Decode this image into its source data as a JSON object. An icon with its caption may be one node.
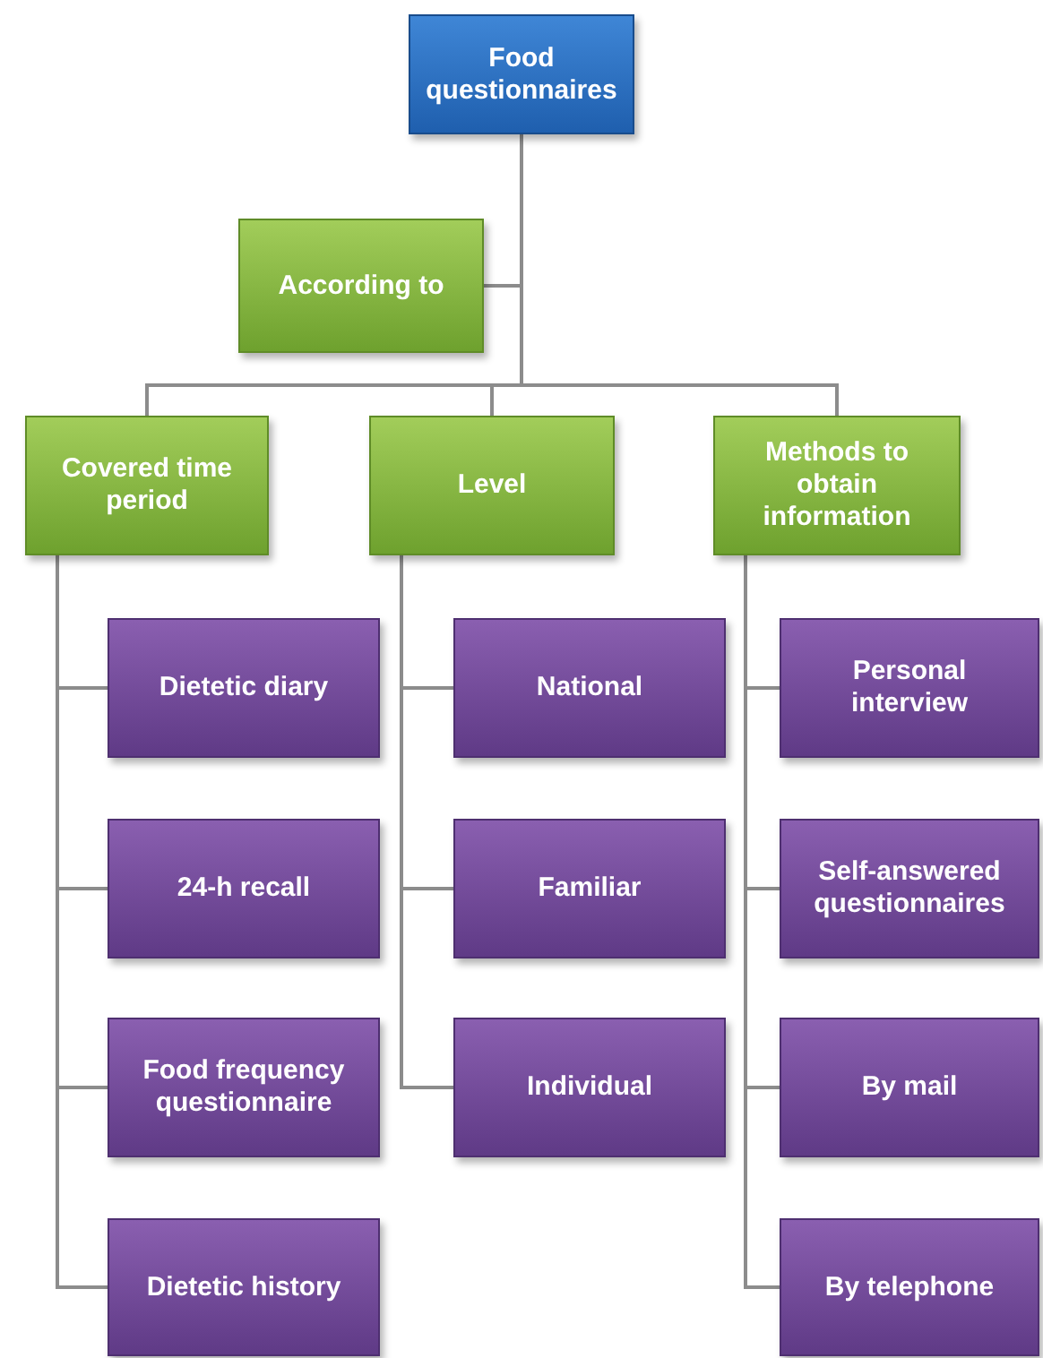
{
  "diagram": {
    "nodes": [
      {
        "text": [
          "Food questionnaires"
        ]
      },
      {
        "text": [
          "According to"
        ]
      },
      {
        "text": [
          "Covered time period"
        ]
      },
      {
        "text": [
          "Level"
        ]
      },
      {
        "text": [
          "Methods to obtain information"
        ]
      },
      {
        "text": [
          "Dietetic diary"
        ]
      },
      {
        "text": [
          "24-h recall"
        ]
      },
      {
        "text": [
          "Food frequency questionnaire"
        ]
      },
      {
        "text": [
          "Dietetic history"
        ]
      },
      {
        "text": [
          "National"
        ]
      },
      {
        "text": [
          "Familiar"
        ]
      },
      {
        "text": [
          "Individual"
        ]
      },
      {
        "text": [
          "Personal interview"
        ]
      },
      {
        "text": [
          "Self-answered questionnaires"
        ]
      },
      {
        "text": [
          "By mail"
        ]
      },
      {
        "text": [
          "By telephone"
        ]
      }
    ],
    "edges": [
      {
        "from": 0,
        "to": 1,
        "arrow": "none"
      },
      {
        "from": 0,
        "to": 2,
        "arrow": "none"
      },
      {
        "from": 0,
        "to": 3,
        "arrow": "none"
      },
      {
        "from": 0,
        "to": 4,
        "arrow": "none"
      },
      {
        "from": 2,
        "to": 5,
        "arrow": "none"
      },
      {
        "from": 2,
        "to": 6,
        "arrow": "none"
      },
      {
        "from": 2,
        "to": 7,
        "arrow": "none"
      },
      {
        "from": 2,
        "to": 8,
        "arrow": "none"
      },
      {
        "from": 3,
        "to": 9,
        "arrow": "none"
      },
      {
        "from": 3,
        "to": 10,
        "arrow": "none"
      },
      {
        "from": 3,
        "to": 11,
        "arrow": "none"
      },
      {
        "from": 4,
        "to": 12,
        "arrow": "none"
      },
      {
        "from": 4,
        "to": 13,
        "arrow": "none"
      },
      {
        "from": 4,
        "to": 14,
        "arrow": "none"
      },
      {
        "from": 4,
        "to": 15,
        "arrow": "none"
      }
    ]
  }
}
